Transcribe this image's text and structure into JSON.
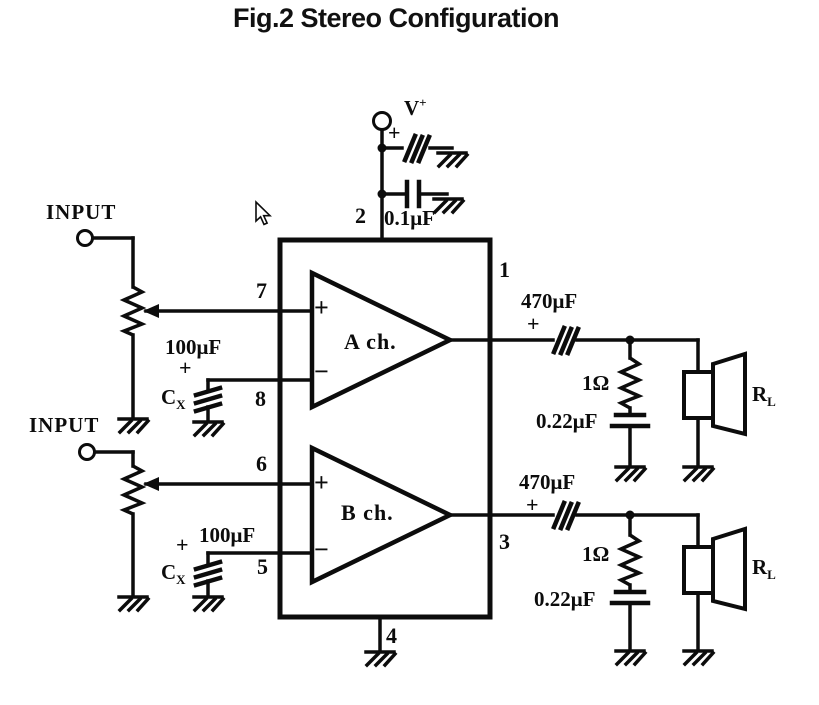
{
  "title": "Fig.2 Stereo Configuration",
  "colors": {
    "ink": "#0c0c0c",
    "background": "#ffffff"
  },
  "supply": {
    "terminal_base": "V",
    "terminal_sup": "+",
    "polarity": "+",
    "pin": "2",
    "bypass_cap_value": "0.1μF"
  },
  "ic": {
    "pin1": "1",
    "pin3": "3",
    "pin4": "4",
    "pin5": "5",
    "pin6": "6",
    "pin7": "7",
    "pin8": "8"
  },
  "channel_a": {
    "input_label": "INPUT",
    "amp_name": "A ch.",
    "noninv_sign": "+",
    "inv_sign": "−",
    "bootstrap_cap_value": "100μF",
    "bootstrap_cap_polarity": "+",
    "bootstrap_cap_name_base": "C",
    "bootstrap_cap_name_sub": "X",
    "coupling_cap_value": "470μF",
    "coupling_cap_polarity": "+",
    "zobel_resistor": "1Ω",
    "zobel_capacitor": "0.22μF",
    "load_base": "R",
    "load_sub": "L"
  },
  "channel_b": {
    "input_label": "INPUT",
    "amp_name": "B ch.",
    "noninv_sign": "+",
    "inv_sign": "−",
    "bootstrap_cap_value": "100μF",
    "bootstrap_cap_polarity": "+",
    "bootstrap_cap_name_base": "C",
    "bootstrap_cap_name_sub": "X",
    "coupling_cap_value": "470μF",
    "coupling_cap_polarity": "+",
    "zobel_resistor": "1Ω",
    "zobel_capacitor": "0.22μF",
    "load_base": "R",
    "load_sub": "L"
  }
}
